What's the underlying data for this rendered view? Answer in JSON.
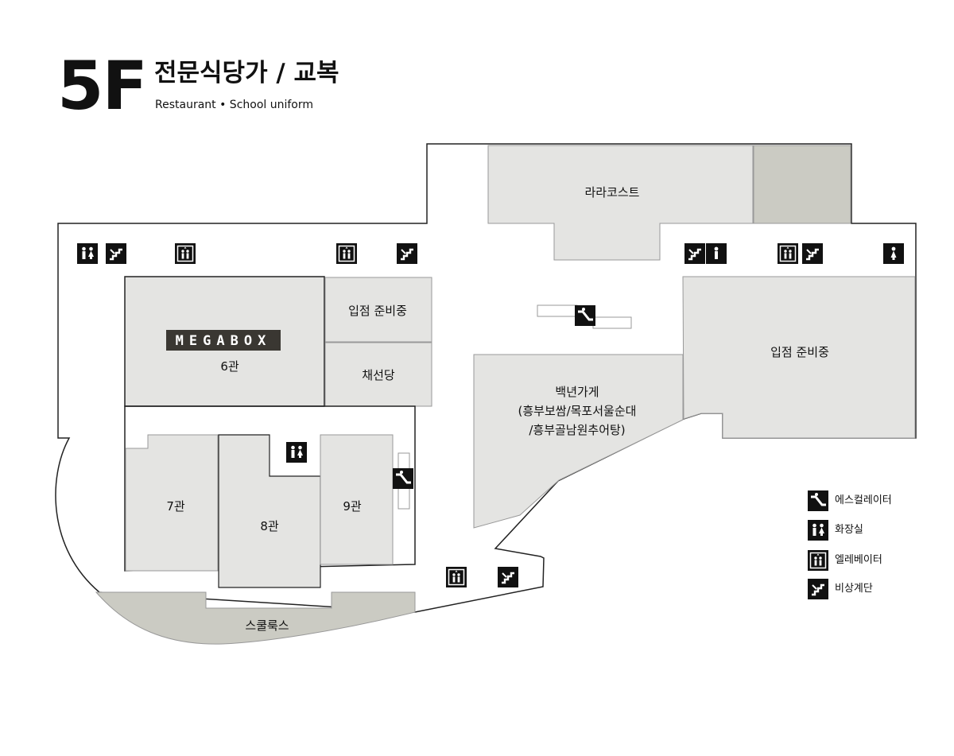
{
  "header": {
    "floor": "5F",
    "title_ko": "전문식당가 / 교복",
    "title_en": "Restaurant • School uniform"
  },
  "areas": {
    "lalacost": "라라코스트",
    "megabox_logo": "MEGABOX",
    "hall6": "6관",
    "prep_small": "입점 준비중",
    "chaeseondang": "채선당",
    "hall7": "7관",
    "hall8": "8관",
    "hall9": "9관",
    "baeknyeon_line1": "백년가게",
    "baeknyeon_line2": "(흥부보쌈/목포서울순대",
    "baeknyeon_line3": "/흥부골남원추어탕)",
    "prep_large": "입점 준비중",
    "skulukus": "스쿨룩스"
  },
  "legend": {
    "escalator": "에스컬레이터",
    "restroom": "화장실",
    "elevator": "엘레베이터",
    "stairs": "비상계단"
  },
  "colors": {
    "store_fill": "#e4e4e2",
    "dark_fill": "#cbcbc3",
    "outline": "#222222",
    "icon_bg": "#111111"
  }
}
